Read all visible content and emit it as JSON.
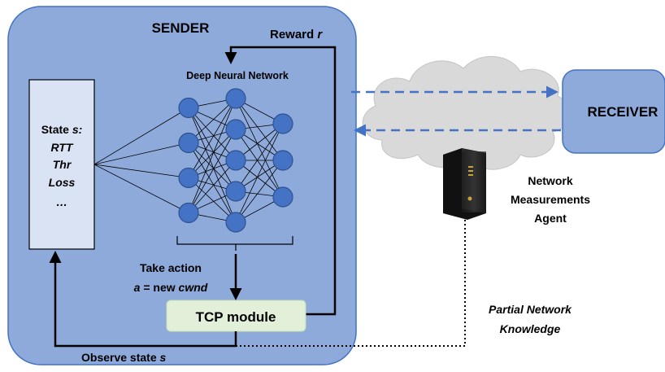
{
  "sender": {
    "title": "SENDER"
  },
  "reward": {
    "label": "Reward",
    "symbol": "r"
  },
  "dnn": {
    "title": "Deep Neural Network",
    "layers": [
      4,
      5,
      3
    ]
  },
  "state": {
    "title": "State",
    "symbol": "s:",
    "items": [
      "RTT",
      "Thr",
      "Loss",
      "…"
    ]
  },
  "action": {
    "line1": "Take action",
    "prefix": "a",
    "middle": " = new ",
    "cwnd": "cwnd"
  },
  "tcp": {
    "label": "TCP module"
  },
  "observe": {
    "label": "Observe state",
    "symbol": "s"
  },
  "receiver": {
    "label": "RECEIVER"
  },
  "agent": {
    "lines": [
      "Network",
      "Measurements",
      "Agent"
    ]
  },
  "knowledge": {
    "lines": [
      "Partial Network",
      "Knowledge"
    ]
  },
  "colors": {
    "sender_fill": "#8eaadb",
    "sender_stroke": "#4472c4",
    "node_fill": "#4472c4",
    "node_stroke": "#2f528f",
    "state_fill": "#dae3f3",
    "tcp_fill": "#e2f0d9",
    "link": "#4472c4",
    "cloud": "#d9d9d9"
  }
}
